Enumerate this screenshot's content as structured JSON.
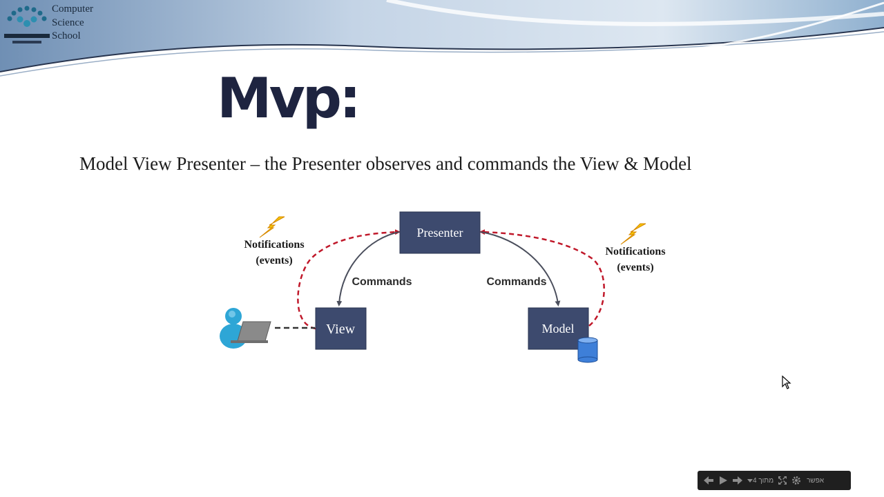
{
  "logo": {
    "lines": [
      "Computer",
      "Science",
      "School"
    ]
  },
  "slide": {
    "title": "Mvp:",
    "subtitle": "Model View Presenter – the Presenter observes and commands the View & Model"
  },
  "diagram": {
    "presenter_label": "Presenter",
    "view_label": "View",
    "model_label": "Model",
    "commands_left": "Commands",
    "commands_right": "Commands",
    "notif_left": [
      "Notifications",
      "(events)"
    ],
    "notif_right": [
      "Notifications",
      "(events)"
    ],
    "colors": {
      "box_fill": "#3d4a6e",
      "command_arrow": "#4a4e5c",
      "notification_arrow": "#c0182a",
      "lightning": "#f4c400",
      "user": "#2ea6d6",
      "database": "#3e7fd8"
    }
  },
  "player": {
    "counter": "4 מתוך",
    "menu_label": "אפשר"
  }
}
